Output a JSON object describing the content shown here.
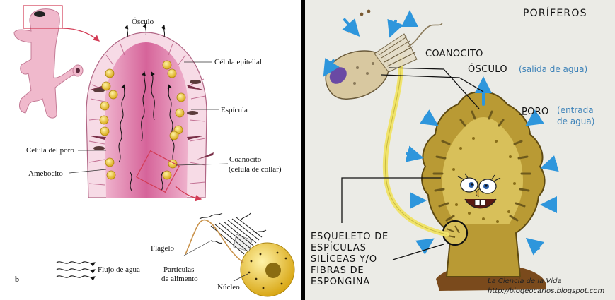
{
  "left_panel": {
    "panel_letter": "b",
    "labels": {
      "osculo": "Ósculo",
      "celula_epitelial": "Célula epitelial",
      "espicula": "Espícula",
      "celula_del_poro": "Célula del poro",
      "amebocito": "Amebocito",
      "coanocito": "Coanocito",
      "celula_de_collar": "(célula de collar)",
      "flagelo": "Flagelo",
      "particulas": "Partículas",
      "de_alimento": "de alimento",
      "nucleo": "Núcleo",
      "flujo_de_agua": "Flujo de agua"
    }
  },
  "right_panel": {
    "title": "PORÍFEROS",
    "coanocito": "COANOCITO",
    "osculo": "ÓSCULO",
    "osculo_note": "(salida de agua)",
    "poro": "PORO",
    "poro_note_1": "(entrada",
    "poro_note_2": "de agua)",
    "skeleton_lines": [
      "ESQUELETO DE",
      "ESPÍCULAS",
      "SILÍCEAS Y/O",
      "FIBRAS DE",
      "ESPONGINA"
    ],
    "credit_1": "La Ciencia de la Vida",
    "credit_2": "http://biogeocarlos.blogspot.com"
  },
  "colors": {
    "sponge_body": "#b99a34",
    "sponge_inner": "#d8c05a",
    "water_arrow": "#2e96dc",
    "inner_wall": "#d8679b",
    "cell_yellow": "#e8c43a",
    "highlight_box": "#d33b55"
  }
}
